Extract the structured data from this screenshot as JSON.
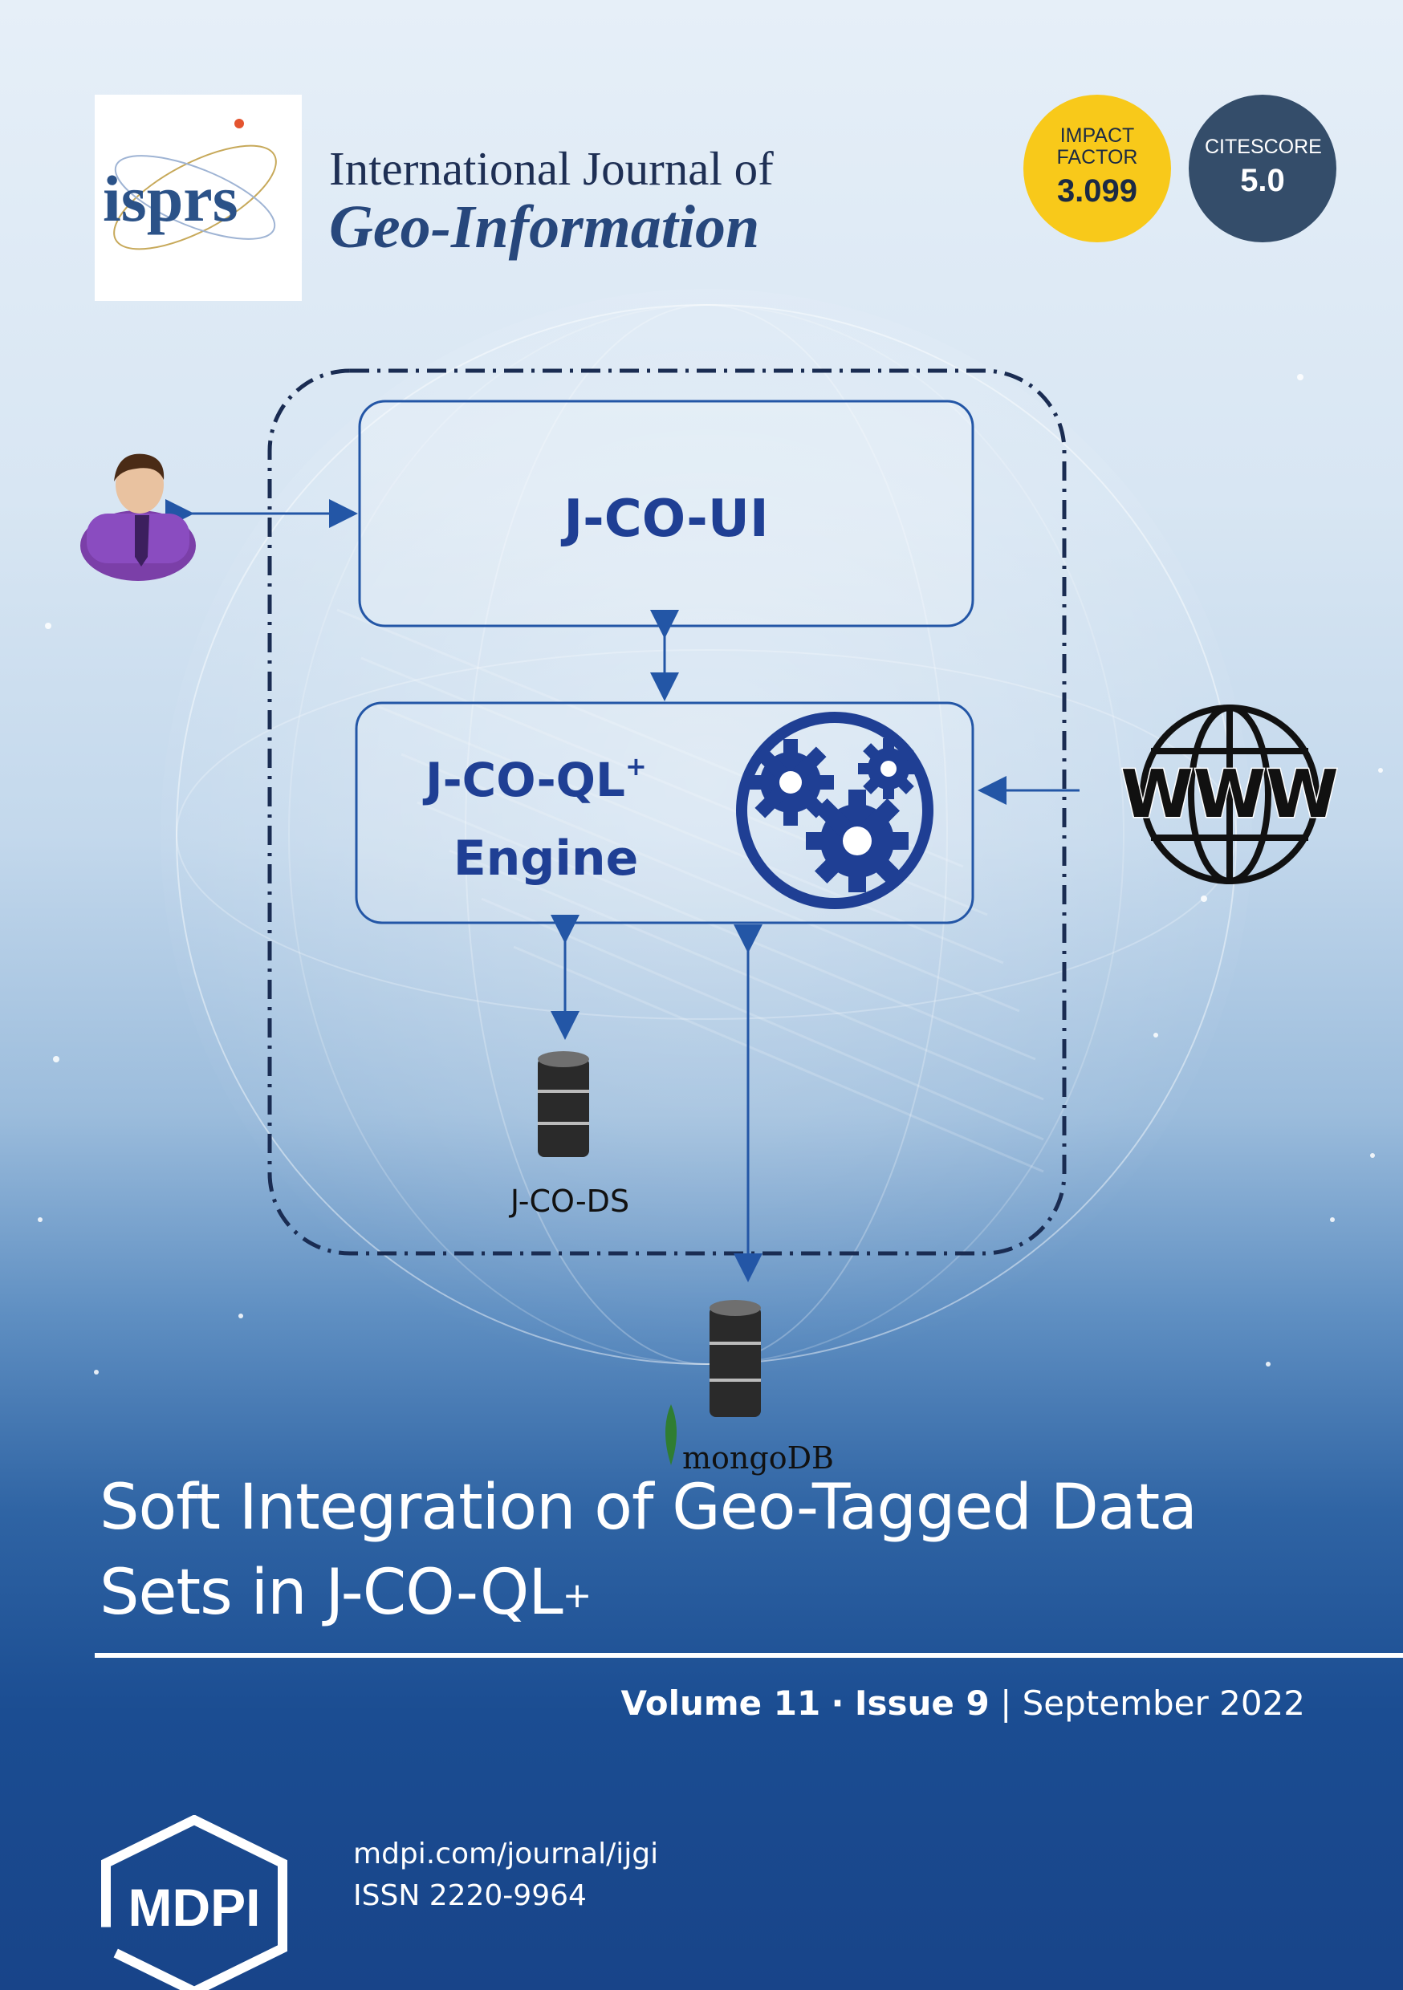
{
  "journal": {
    "publisher_logo": "isprs",
    "title_line1": "International Journal of",
    "title_line2": "Geo-Information"
  },
  "metrics": {
    "impact_factor": {
      "label": "IMPACT FACTOR",
      "value": "3.099"
    },
    "citescore": {
      "label": "CITESCORE",
      "value": "5.0"
    }
  },
  "diagram": {
    "ui_box": "J-CO-UI",
    "engine_line1": "J-CO-QL",
    "engine_sup": "+",
    "engine_line2": "Engine",
    "www_label": "WWW",
    "local_store_label": "J-CO-DS",
    "db_label": "mongoDB",
    "icons": [
      "user-icon",
      "gears-icon",
      "globe-www-icon",
      "database-icon",
      "mongodb-leaf-icon"
    ]
  },
  "article": {
    "title_line1": "Soft Integration of Geo-Tagged Data",
    "title_line2": "Sets in J-CO-QL",
    "title_sup": "+"
  },
  "issue": {
    "volume": "Volume 11",
    "separator": "·",
    "number": "Issue 9",
    "divider": "|",
    "date": "September 2022"
  },
  "footer": {
    "publisher": "MDPI",
    "url": "mdpi.com/journal/ijgi",
    "issn": "ISSN 2220-9964"
  },
  "colors": {
    "impact_badge": "#f8c91a",
    "citescore_badge": "#344d6a",
    "diagram_blue": "#1f3f94",
    "footer_blue": "#184489"
  }
}
